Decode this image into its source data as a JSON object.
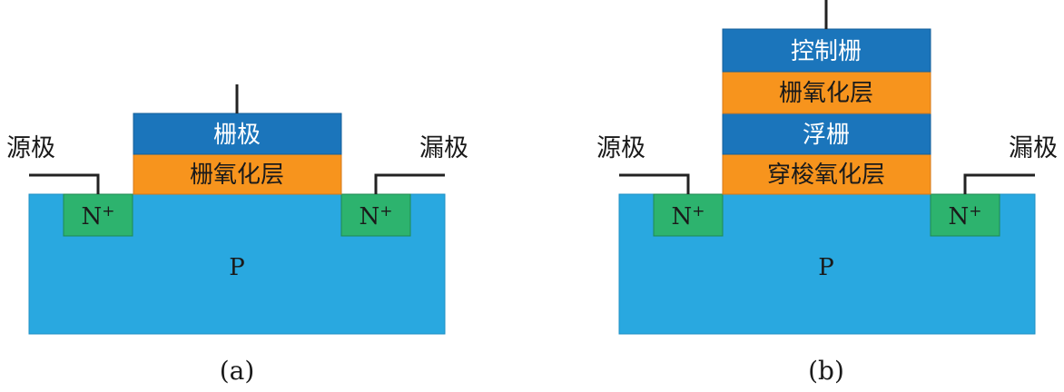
{
  "colors": {
    "substrate": "#29a8e0",
    "n_region": "#2db36e",
    "gate": "#1b75bb",
    "oxide": "#f7941d",
    "wire": "#222222"
  },
  "diagram_a": {
    "source_label": "源极",
    "drain_label": "漏极",
    "gate_label": "栅极",
    "gate_oxide_label": "栅氧化层",
    "substrate_label": "P",
    "n_left": {
      "base": "N",
      "sup": "+"
    },
    "n_right": {
      "base": "N",
      "sup": "+"
    },
    "caption": "(a)"
  },
  "diagram_b": {
    "source_label": "源极",
    "drain_label": "漏极",
    "control_gate_label": "控制栅",
    "gate_oxide_label": "栅氧化层",
    "floating_gate_label": "浮栅",
    "tunnel_oxide_label": "穿梭氧化层",
    "substrate_label": "P",
    "n_left": {
      "base": "N",
      "sup": "+"
    },
    "n_right": {
      "base": "N",
      "sup": "+"
    },
    "caption": "(b)"
  }
}
